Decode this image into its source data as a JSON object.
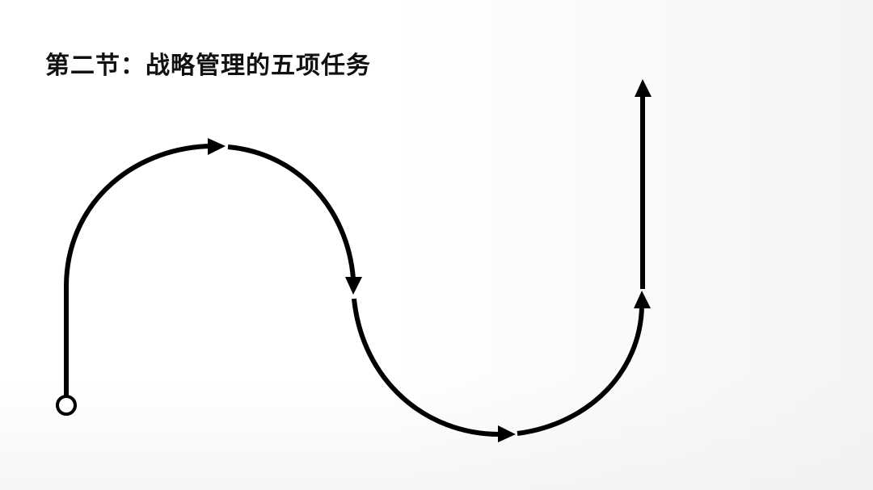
{
  "slide": {
    "title": "第二节：战略管理的五项任务"
  },
  "diagram": {
    "type": "s-curve-flow",
    "stroke_color": "#000000",
    "start_marker": "circle",
    "segments": [
      {
        "name": "vertical-rise",
        "has_arrow": false
      },
      {
        "name": "arc-up-right",
        "has_arrow": true,
        "arrow_direction": "right"
      },
      {
        "name": "arc-down",
        "has_arrow": true,
        "arrow_direction": "down"
      },
      {
        "name": "arc-bottom",
        "has_arrow": true,
        "arrow_direction": "right"
      },
      {
        "name": "arc-up",
        "has_arrow": true,
        "arrow_direction": "up"
      },
      {
        "name": "vertical-exit",
        "has_arrow": true,
        "arrow_direction": "up"
      }
    ]
  }
}
